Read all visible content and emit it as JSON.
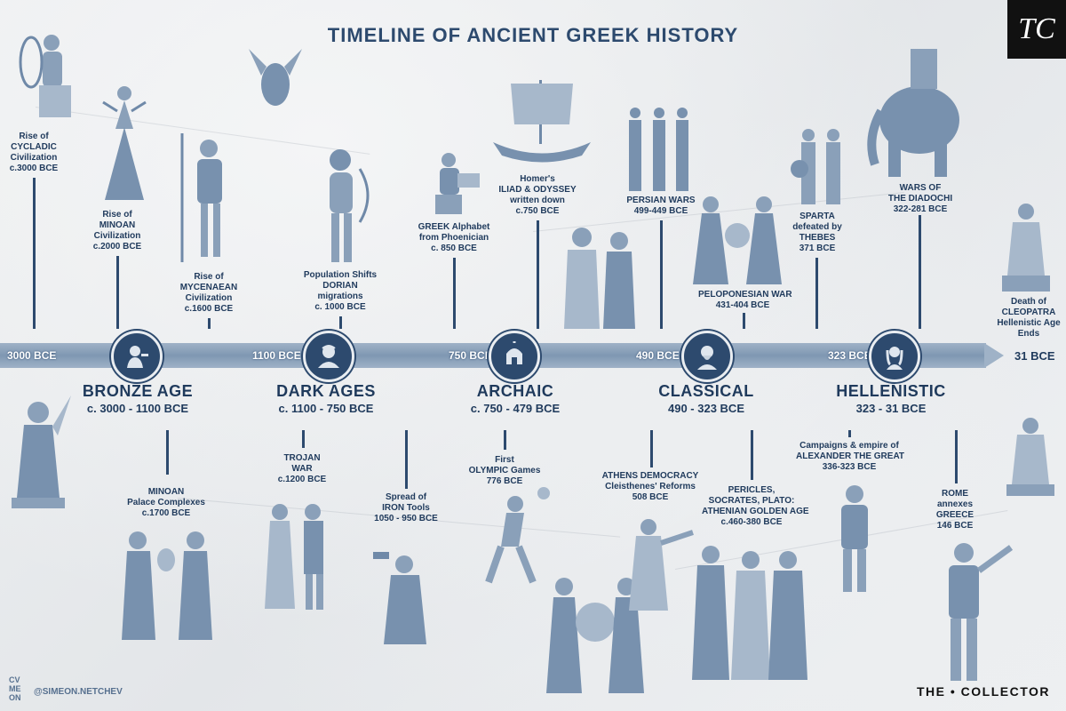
{
  "title": "TIMELINE OF ANCIENT GREEK HISTORY",
  "logo": "TC",
  "axis": {
    "labels": [
      "3000 BCE",
      "1100 BCE",
      "750 BCE",
      "490 BCE",
      "323 BCE",
      "31 BCE"
    ]
  },
  "eras": [
    {
      "name": "BRONZE AGE",
      "dates": "c. 3000 - 1100 BCE"
    },
    {
      "name": "DARK AGES",
      "dates": "c. 1100 - 750 BCE"
    },
    {
      "name": "ARCHAIC",
      "dates": "c. 750 - 479 BCE"
    },
    {
      "name": "CLASSICAL",
      "dates": "490 - 323 BCE"
    },
    {
      "name": "HELLENISTIC",
      "dates": "323 - 31 BCE"
    }
  ],
  "events_above": [
    {
      "lines": [
        "Rise of",
        "CYCLADIC",
        "Civilization",
        "c.3000 BCE"
      ]
    },
    {
      "lines": [
        "Rise of",
        "MINOAN",
        "Civilization",
        "c.2000 BCE"
      ]
    },
    {
      "lines": [
        "Rise of",
        "MYCENAEAN",
        "Civilization",
        "c.1600 BCE"
      ]
    },
    {
      "lines": [
        "Population Shifts",
        "DORIAN",
        "migrations",
        "c. 1000 BCE"
      ]
    },
    {
      "lines": [
        "GREEK Alphabet",
        "from Phoenician",
        "c. 850 BCE"
      ]
    },
    {
      "lines": [
        "Homer's",
        "ILIAD & ODYSSEY",
        "written down",
        "c.750 BCE"
      ]
    },
    {
      "lines": [
        "PERSIAN WARS",
        "499-449 BCE"
      ]
    },
    {
      "lines": [
        "PELOPONESIAN WAR",
        "431-404 BCE"
      ]
    },
    {
      "lines": [
        "SPARTA",
        "defeated by",
        "THEBES",
        "371 BCE"
      ]
    },
    {
      "lines": [
        "WARS OF",
        "THE DIADOCHI",
        "322-281 BCE"
      ]
    },
    {
      "lines": [
        "Death of",
        "CLEOPATRA",
        "Hellenistic Age",
        "Ends"
      ]
    }
  ],
  "events_below": [
    {
      "lines": [
        "MINOAN",
        "Palace Complexes",
        "c.1700 BCE"
      ]
    },
    {
      "lines": [
        "TROJAN",
        "WAR",
        "c.1200 BCE"
      ]
    },
    {
      "lines": [
        "Spread of",
        "IRON Tools",
        "1050 - 950 BCE"
      ]
    },
    {
      "lines": [
        "First",
        "OLYMPIC Games",
        "776 BCE"
      ]
    },
    {
      "lines": [
        "ATHENS DEMOCRACY",
        "Cleisthenes' Reforms",
        "508 BCE"
      ]
    },
    {
      "lines": [
        "PERICLES,",
        "SOCRATES, PLATO:",
        "ATHENIAN GOLDEN AGE",
        "c.460-380 BCE"
      ]
    },
    {
      "lines": [
        "Campaigns & empire of",
        "ALEXANDER THE GREAT",
        "336-323 BCE"
      ]
    },
    {
      "lines": [
        "ROME",
        "annexes",
        "GREECE",
        "146 BCE"
      ]
    }
  ],
  "credits": {
    "artist_handle": "@SIMEON.NETCHEV",
    "artist_mark": [
      "CV",
      "ME",
      "ON"
    ],
    "brand": "THE • COLLECTOR"
  },
  "colors": {
    "primary": "#2d4a6e",
    "axis": "#8ea4bd",
    "figure": "#6f89a8",
    "background": "#e8ebee"
  },
  "icons": {
    "medallions": [
      "sculptor-icon",
      "poet-icon",
      "spartan-helmet-icon",
      "philosopher-icon",
      "cleopatra-icon"
    ]
  }
}
